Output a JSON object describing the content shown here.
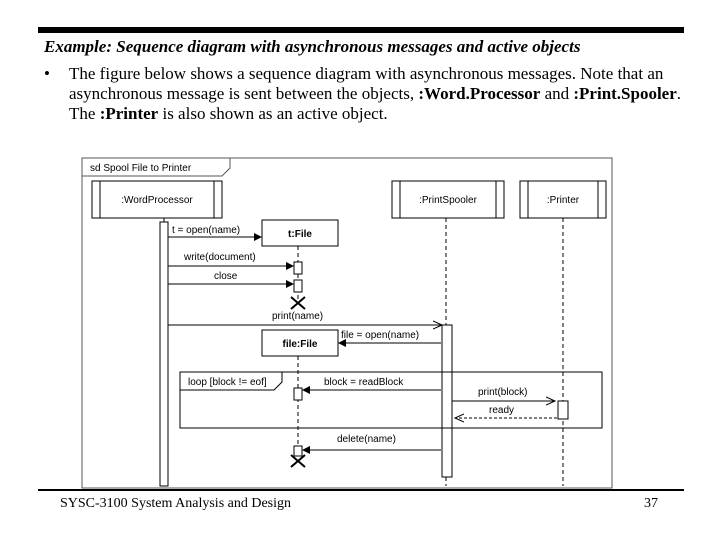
{
  "slide": {
    "title": "Example: Sequence diagram with asynchronous messages and active objects",
    "bullet": "•",
    "body": [
      {
        "text": "The figure below shows a sequence diagram with asynchronous messages. Note that an asynchronous message is sent between the objects, ",
        "bold": false
      },
      {
        "text": ":Word.Processor",
        "bold": true
      },
      {
        "text": " and ",
        "bold": false
      },
      {
        "text": ":Print.Spooler",
        "bold": true
      },
      {
        "text": ". The ",
        "bold": false
      },
      {
        "text": ":Printer",
        "bold": true
      },
      {
        "text": " is also shown as an active object.",
        "bold": false
      }
    ],
    "footer_left": "SYSC-3100  System Analysis and Design",
    "page_number": "37"
  },
  "diagram": {
    "frame_label": "sd Spool File to Printer",
    "objects": {
      "word_processor": ":WordProcessor",
      "print_spooler": ":PrintSpooler",
      "printer": ":Printer",
      "t_file": "t:File",
      "file_file": "file:File"
    },
    "messages": {
      "open_t": "t = open(name)",
      "write": "write(document)",
      "close": "close",
      "print": "print(name)",
      "open_file": "file = open(name)",
      "read_block": "block = readBlock",
      "print_block": "print(block)",
      "ready": "ready",
      "delete": "delete(name)"
    },
    "loop_label": "loop [block != eof]"
  }
}
